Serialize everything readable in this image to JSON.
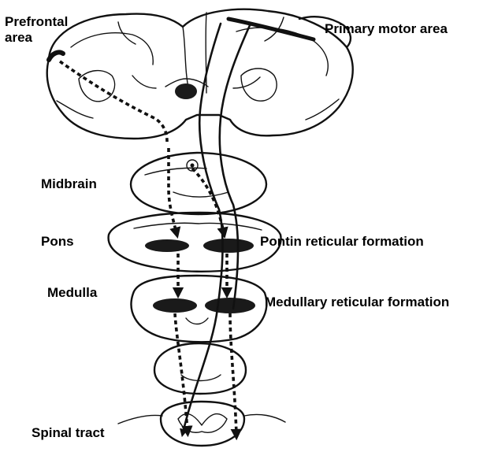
{
  "labels": {
    "prefrontal": "Prefrontal\narea",
    "primary_motor": "Primary motor area",
    "midbrain": "Midbrain",
    "pons": "Pons",
    "pontine_rf": "Pontin reticular formation",
    "medulla": "Medulla",
    "medullary_rf": "Medullary reticular formation",
    "spinal_tract": "Spinal tract"
  }
}
